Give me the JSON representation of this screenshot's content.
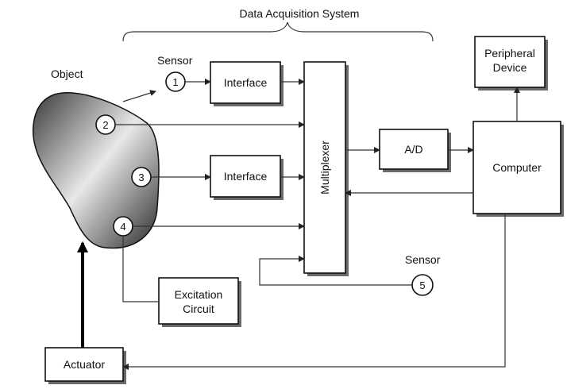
{
  "title": "Data Acquisition System",
  "labels": {
    "object": "Object",
    "sensor_top": "Sensor",
    "sensor_bottom": "Sensor",
    "interface_1": "Interface",
    "interface_2": "Interface",
    "multiplexer": "Multiplexer",
    "ad": "A/D",
    "computer": "Computer",
    "peripheral_line1": "Peripheral",
    "peripheral_line2": "Device",
    "excitation_line1": "Excitation",
    "excitation_line2": "Circuit",
    "actuator": "Actuator"
  },
  "sensors": [
    "1",
    "2",
    "3",
    "4",
    "5"
  ]
}
